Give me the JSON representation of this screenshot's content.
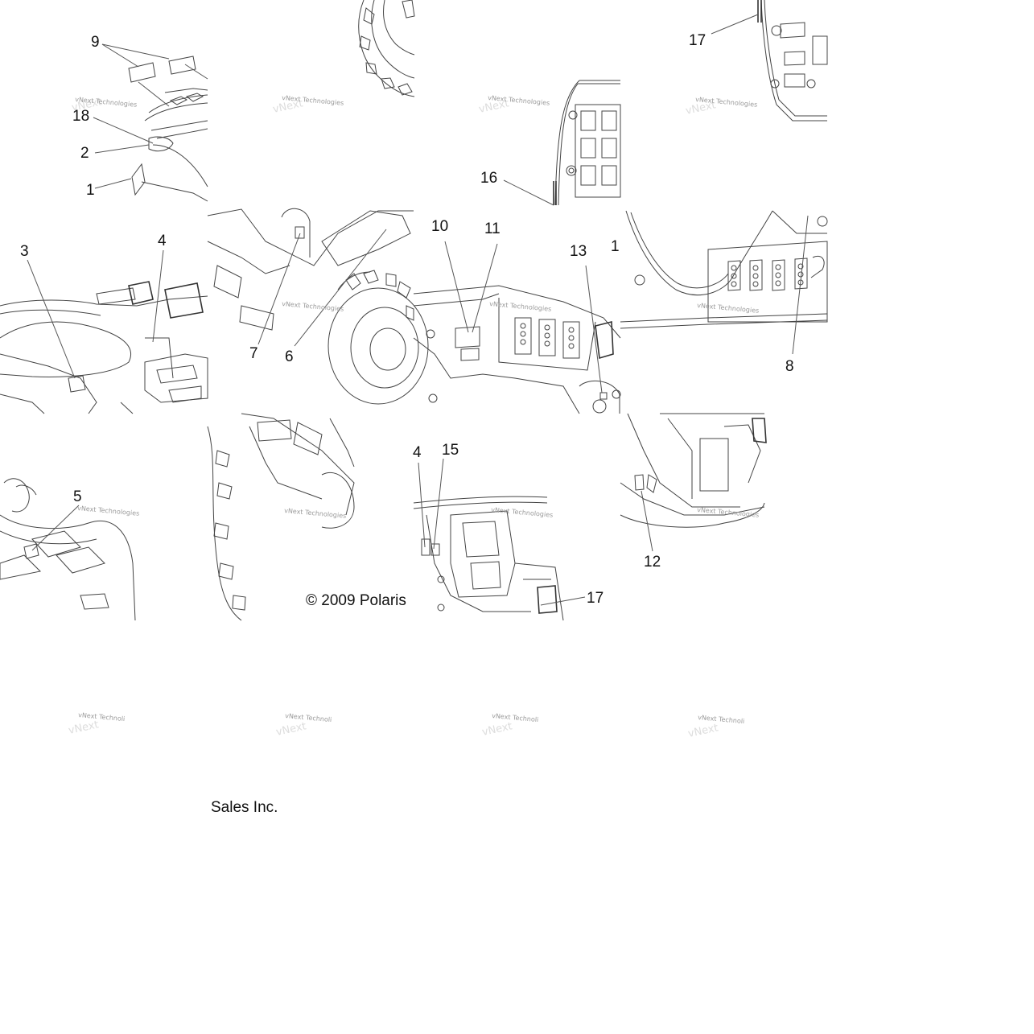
{
  "callouts": {
    "c9": "9",
    "c18": "18",
    "c2": "2",
    "c1": "1",
    "c17a": "17",
    "c16": "16",
    "c3": "3",
    "c4a": "4",
    "c7": "7",
    "c6": "6",
    "c10": "10",
    "c11": "11",
    "c13": "13",
    "c14": "1",
    "c8": "8",
    "c5": "5",
    "c4b": "4",
    "c15": "15",
    "c17b": "17",
    "c12": "12"
  },
  "watermark": {
    "text": "vNext Technologies",
    "text_cut": "vNext Technoli"
  },
  "copyright": "© 2009 Polaris",
  "copyright_cont": "Sales Inc.",
  "colors": {
    "line": "#444444",
    "text": "#111111",
    "watermark": "#9a9a9a"
  }
}
